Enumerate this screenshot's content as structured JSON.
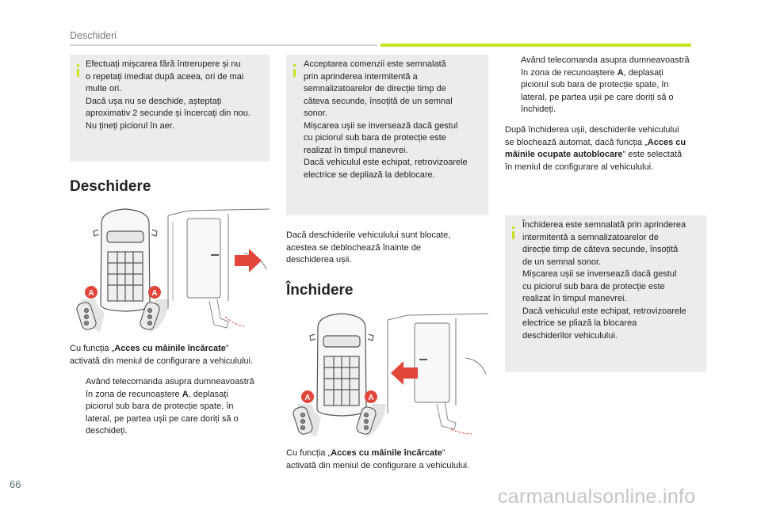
{
  "header": {
    "title": "Deschideri"
  },
  "page_number": "66",
  "watermark": "carmanualsonline.info",
  "col1": {
    "info": [
      "Efectuați mișcarea fără întrerupere și nu",
      "o repetați imediat după aceea, ori de mai",
      "multe ori.",
      "Dacă ușa nu se deschide, așteptați",
      "aproximativ 2 secunde și încercați din nou.",
      "Nu țineți piciorul în aer."
    ],
    "section_title": "Deschidere",
    "marker": "A",
    "func_pre": "Cu funcția „",
    "func_bold": "Acces cu mâinile încărcate",
    "func_post": "”",
    "func_line2": "activată din meniul de configurare a vehiculului.",
    "bullet_mark": "",
    "bullet": {
      "l1": "Având telecomanda asupra dumneavoastră",
      "l2_pre": "în zona de recunoaștere ",
      "l2_bold": "A",
      "l2_post": ", deplasați",
      "l3": "piciorul sub bara de protecție spate, în",
      "l4": "lateral, pe partea ușii pe care doriți să o",
      "l5": "deschideți."
    }
  },
  "col2": {
    "info": [
      "Acceptarea comenzii este semnalată",
      "prin aprinderea intermitentă a",
      "semnalizatoarelor de direcție timp de",
      "câteva secunde, însoțită de un semnal",
      "sonor.",
      "Mișcarea ușii se inversează dacă gestul",
      "cu piciorul sub bara de protecție este",
      "realizat în timpul manevrei.",
      "Dacă vehiculul este echipat, retrovizoarele",
      "electrice se depliază la deblocare."
    ],
    "para": [
      "Dacă deschiderile vehiculului sunt blocate,",
      "acestea se deblochează înainte de",
      "deschiderea ușii."
    ],
    "section_title": "Închidere",
    "func_pre": "Cu funcția „",
    "func_bold": "Acces cu mâinile încărcate",
    "func_post": "”",
    "func_line2": "activată din meniul de configurare a vehiculului."
  },
  "col3": {
    "bullet": {
      "l1": "Având telecomanda asupra dumneavoastră",
      "l2_pre": "în zona de recunoaștere ",
      "l2_bold": "A",
      "l2_post": ", deplasați",
      "l3": "piciorul sub bara de protecție spate, în",
      "l4": "lateral, pe partea ușii pe care doriți să o",
      "l5": "închideți."
    },
    "para": {
      "l1": "După închiderea ușii, deschiderile vehiculului",
      "l2_pre": "se blochează automat, dacă funcția „",
      "l2_bold": "Acces cu",
      "l3_bold": "mâinile ocupate autoblocare",
      "l3_post": "” este selectată",
      "l4": "în meniul de configurare al vehiculului."
    },
    "info": [
      "Închiderea este semnalată prin aprinderea",
      "intermitentă a semnalizatoarelor de",
      "direcție timp de câteva secunde, însoțită",
      "de un semnal sonor.",
      "Mișcarea ușii se inversează dacă gestul",
      "cu piciorul sub bara de protecție este",
      "realizat în timpul manevrei.",
      "Dacă vehiculul este echipat, retrovizoarele",
      "electrice se pliază la blocarea",
      "deschiderilor vehiculului."
    ]
  },
  "colors": {
    "accent": "#c9e21e",
    "marker": "#e2463a",
    "arrow": "#e2463a",
    "box": "#ececec"
  }
}
